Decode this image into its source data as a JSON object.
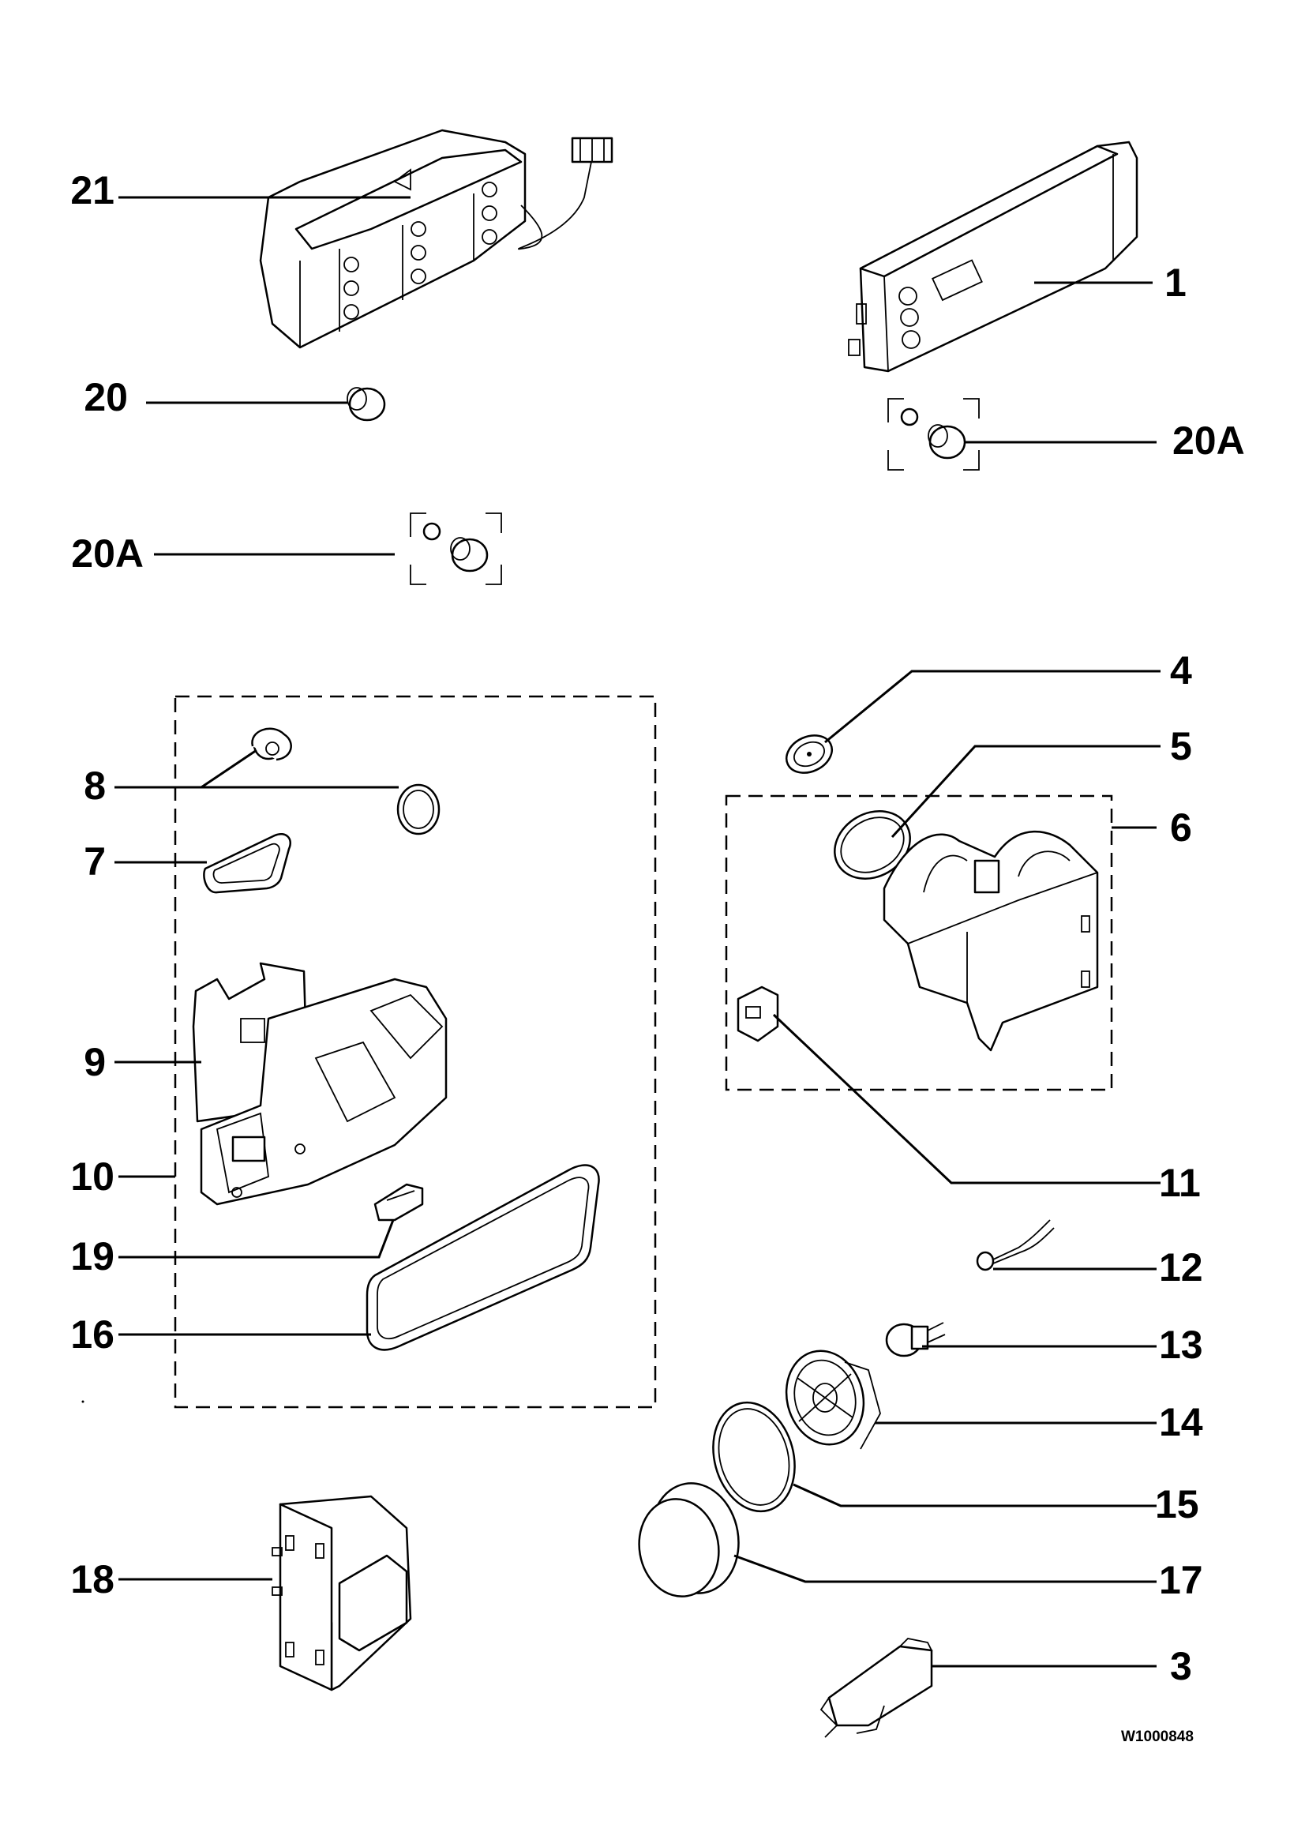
{
  "labels": {
    "p21": "21",
    "p1": "1",
    "p20": "20",
    "p20a_right": "20A",
    "p20a_left": "20A",
    "p4": "4",
    "p5": "5",
    "p6": "6",
    "p8": "8",
    "p7": "7",
    "p9": "9",
    "p10": "10",
    "p11": "11",
    "p19": "19",
    "p12": "12",
    "p16": "16",
    "p13": "13",
    "p14": "14",
    "p15": "15",
    "p18": "18",
    "p17": "17",
    "p3": "3"
  },
  "drawing_code": "W1000848"
}
